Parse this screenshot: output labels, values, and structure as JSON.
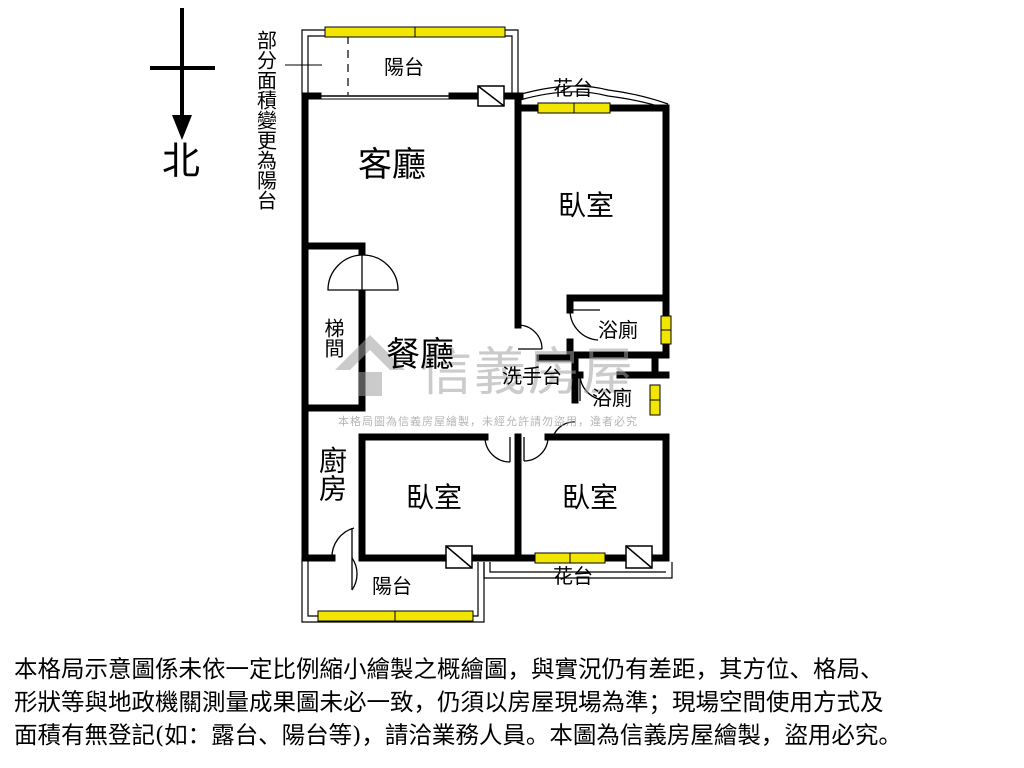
{
  "compass": {
    "north_label": "北"
  },
  "side_note": "部分面積變更為陽台",
  "rooms": {
    "balcony_top": "陽台",
    "living_room": "客廳",
    "flower_bed_top": "花台",
    "bedroom_master": "臥室",
    "bathroom_1": "浴廁",
    "staircase": "梯間",
    "dining_room": "餐廳",
    "wash_basin": "洗手台",
    "bathroom_2": "浴廁",
    "kitchen": "廚房",
    "bedroom_left": "臥室",
    "bedroom_right": "臥室",
    "balcony_bottom": "陽台",
    "flower_bed_bottom": "花台"
  },
  "watermark": {
    "brand": "信義房屋",
    "notice": "本格局圖為信義房屋繪製，未經允許請勿盜用，違者必究"
  },
  "disclaimer": {
    "line1": "本格局示意圖係未依一定比例縮小繪製之概繪圖，與實況仍有差距，其方位、格局、",
    "line2": "形狀等與地政機關測量成果圖未必一致，仍須以房屋現場為準；現場空間使用方式及",
    "line3": "面積有無登記(如：露台、陽台等)，請洽業務人員。本圖為信義房屋繪製，盜用必究。"
  },
  "colors": {
    "wall": "#000000",
    "window_fill": "#f2e600",
    "watermark": "#a0a0a0"
  }
}
